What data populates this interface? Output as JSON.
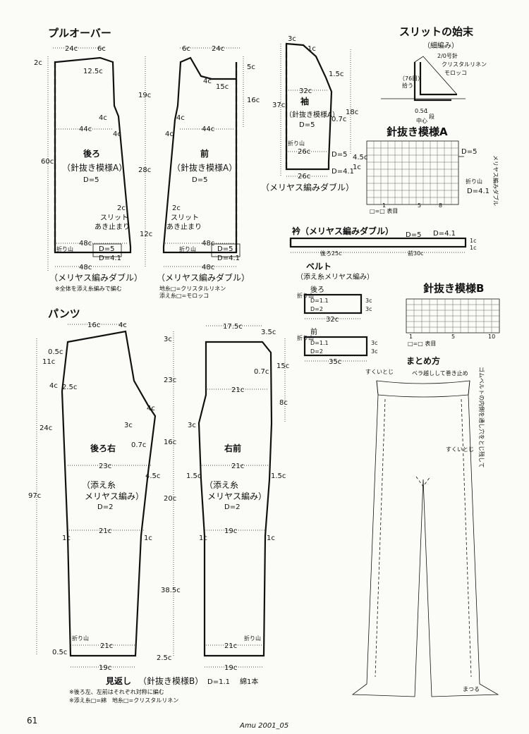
{
  "pullover": {
    "title": "プルオーバー",
    "back": {
      "name": "後ろ",
      "pattern": "（針抜き模様A）",
      "d": "D=5"
    },
    "front": {
      "name": "前",
      "pattern": "（針抜き模様A）",
      "d": "D=5"
    },
    "dims": {
      "w24": "24c",
      "w6": "6c",
      "n2": "2c",
      "n12_5": "12.5c",
      "n19": "19c",
      "n28": "28c",
      "n60": "60c",
      "n12": "12c",
      "n5": "5c",
      "n15": "15c",
      "n16": "16c",
      "n4": "4c",
      "w44": "44c",
      "w48": "48c"
    },
    "slit": "スリット",
    "slit_end": "あき止まり",
    "fold": "折り山",
    "d5": "D=5",
    "d41": "D=4.1",
    "rib": "（メリヤス編みダブル）",
    "note1": "※全体を添え糸編みで編む",
    "note2": "地糸□=クリスタルリネン",
    "note3": "添え糸□=モロッコ"
  },
  "sleeve": {
    "title": "袖",
    "pattern": "（針抜き模様A）",
    "d": "D=5",
    "dims": {
      "n3": "3c",
      "n1": "1c",
      "n1_5": "1.5c",
      "n37": "37c",
      "n18": "18c",
      "n32": "32c",
      "n0_7": "0.7c",
      "n26": "26c",
      "n4_5": "4.5c",
      "n1x": "1c"
    },
    "fold": "折り山",
    "d5": "D=5",
    "d41": "D=4.1",
    "rib": "（メリヤス編みダブル）"
  },
  "slit_finish": {
    "title": "スリットの始末",
    "sub": "（細編み）",
    "hook": "2/0号針",
    "yarn1": "クリスタルリネン",
    "yarn2": "モロッコ",
    "count": "（76目）",
    "pick": "拾う",
    "c05": "0.5c",
    "c1": "1",
    "eye": "段",
    "center": "中心"
  },
  "patternA": {
    "title": "針抜き模様A",
    "d5": "D=5",
    "fold": "折り山",
    "d41": "D=4.1",
    "side": "メリヤス編みダブル",
    "legend": "□=□ 表目",
    "nums": [
      "1",
      "5",
      "8"
    ]
  },
  "collar": {
    "title": "衿（メリヤス編みダブル）",
    "d5": "D=5",
    "d41": "D=4.1",
    "back": "後ろ25c",
    "front": "前30c",
    "c1a": "1c",
    "c1b": "1c"
  },
  "belt": {
    "title": "ベルト",
    "sub": "（添え糸メリヤス編み）",
    "back": "後ろ",
    "front": "前",
    "d11": "D=1.1",
    "d2": "D=2",
    "c3": "3c",
    "w32": "32c",
    "w35": "35c",
    "fold": "折り山"
  },
  "patternB": {
    "title": "針抜き模様B",
    "legend": "□=□ 表目",
    "nums": [
      "1",
      "5",
      "10"
    ]
  },
  "assembly": {
    "title": "まとめ方",
    "note1": "ベラ越しして巻き止め",
    "side": "ゴムベルトの内側を通し穴をとじ残して",
    "stitch1": "すくいとじ",
    "stitch2": "すくいとじ",
    "stitch3": "まつる"
  },
  "pants": {
    "title": "パンツ",
    "back": {
      "name": "後ろ右",
      "yarn1": "（添え糸",
      "yarn2": "メリヤス編み）",
      "d": "D=2"
    },
    "front": {
      "name": "右前",
      "yarn1": "（添え糸",
      "yarn2": "メリヤス編み）",
      "d": "D=2"
    },
    "dims": {
      "w16": "16c",
      "w4": "4c",
      "w17_5": "17.5c",
      "w3_5": "3.5c",
      "h0_5": "0.5c",
      "h11": "11c",
      "h4": "4c",
      "h2_5": "2.5c",
      "h24": "24c",
      "h97": "97c",
      "h3": "3c",
      "h23": "23c",
      "h15": "15c",
      "h0_7": "0.7c",
      "h8": "8c",
      "w21": "21c",
      "w23": "23c",
      "h1": "1c",
      "h1_5": "1.5c",
      "h4_5": "4.5c",
      "h16": "16c",
      "h20": "20c",
      "w19": "19c",
      "h38_5": "38.5c",
      "h2_5b": "2.5c",
      "c1": "1c",
      "c3": "3c"
    },
    "fold": "折り山"
  },
  "facing": {
    "title": "見返し",
    "pattern": "（針抜き模様B）",
    "d": "D=1.1",
    "yarn": "綿1本",
    "note1": "※後ろ左、左前はそれぞれ対称に編む",
    "note2": "※添え糸□=綿　地糸□=クリスタルリネン"
  },
  "footer": {
    "page": "61",
    "mag": "Amu 2001_05"
  }
}
